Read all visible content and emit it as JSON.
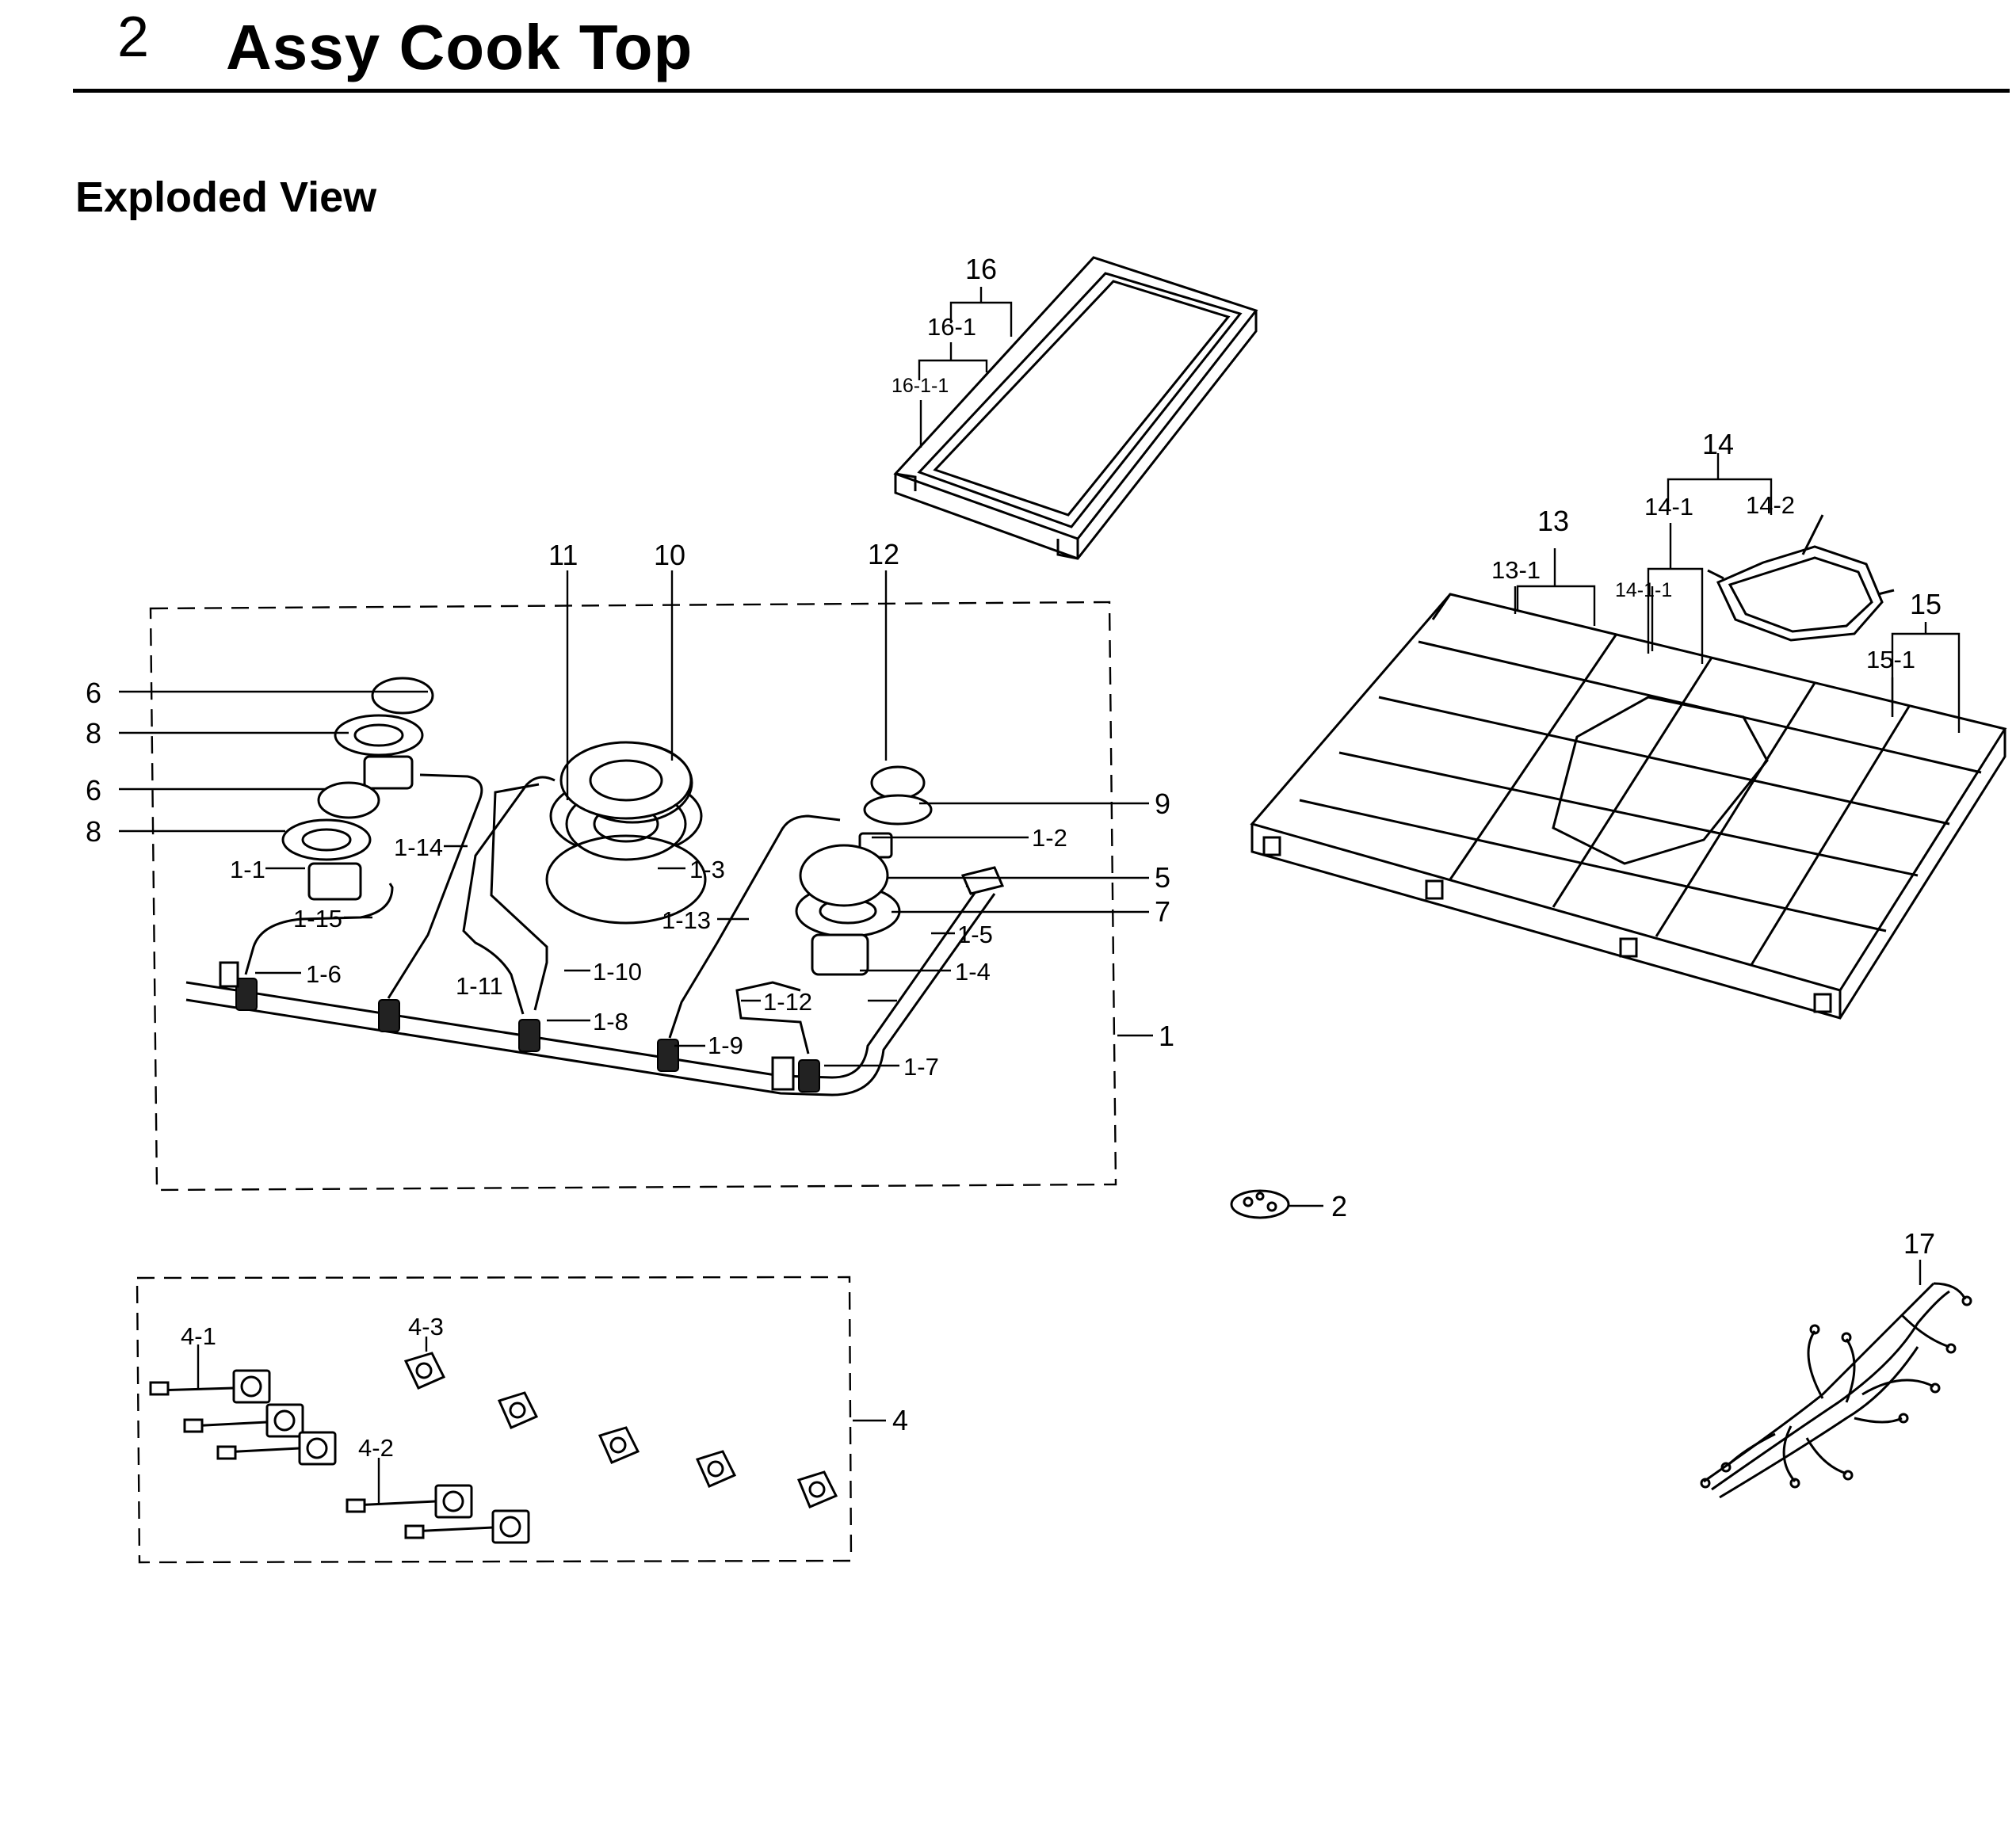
{
  "header": {
    "section_number": "2",
    "title": "Assy Cook Top"
  },
  "subtitle": "Exploded View",
  "part_labels": {
    "p1": "1",
    "p1_1": "1-1",
    "p1_2": "1-2",
    "p1_3": "1-3",
    "p1_4": "1-4",
    "p1_5": "1-5",
    "p1_6": "1-6",
    "p1_7": "1-7",
    "p1_8": "1-8",
    "p1_9": "1-9",
    "p1_10": "1-10",
    "p1_11": "1-11",
    "p1_12": "1-12",
    "p1_13": "1-13",
    "p1_14": "1-14",
    "p1_15": "1-15",
    "p2": "2",
    "p4": "4",
    "p4_1": "4-1",
    "p4_2": "4-2",
    "p4_3": "4-3",
    "p5": "5",
    "p6": "6",
    "p7": "7",
    "p8": "8",
    "p9": "9",
    "p10": "10",
    "p11": "11",
    "p12": "12",
    "p13": "13",
    "p13_1": "13-1",
    "p14": "14",
    "p14_1": "14-1",
    "p14_1_1": "14-1-1",
    "p14_2": "14-2",
    "p15": "15",
    "p15_1": "15-1",
    "p16": "16",
    "p16_1": "16-1",
    "p16_1_1": "16-1-1",
    "p17": "17"
  }
}
